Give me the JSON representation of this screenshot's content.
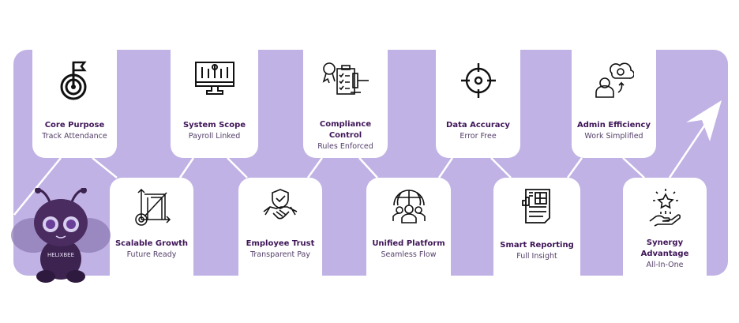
{
  "colors": {
    "band": "#c0b2e5",
    "title": "#3e1557",
    "subtitle": "#55406a",
    "mascot": "#3d2350"
  },
  "mascot": {
    "label": "HELIXBEE",
    "icon": "bee-mascot"
  },
  "top_cards": [
    {
      "title": "Core Purpose",
      "subtitle": "Track Attendance",
      "icon": "target-flag-icon"
    },
    {
      "title": "System Scope",
      "subtitle": "Payroll Linked",
      "icon": "monitor-circuit-icon"
    },
    {
      "title": "Compliance Control",
      "subtitle": "Rules Enforced",
      "icon": "gavel-checklist-icon"
    },
    {
      "title": "Data Accuracy",
      "subtitle": "Error Free",
      "icon": "crosshair-icon"
    },
    {
      "title": "Admin Efficiency",
      "subtitle": "Work Simplified",
      "icon": "user-cloud-gear-icon"
    }
  ],
  "bottom_cards": [
    {
      "title": "Scalable Growth",
      "subtitle": "Future Ready",
      "icon": "growth-gear-icon"
    },
    {
      "title": "Employee Trust",
      "subtitle": "Transparent Pay",
      "icon": "shield-handshake-icon"
    },
    {
      "title": "Unified Platform",
      "subtitle": "Seamless Flow",
      "icon": "globe-people-icon"
    },
    {
      "title": "Smart Reporting",
      "subtitle": "Full Insight",
      "icon": "report-icon"
    },
    {
      "title": "Synergy Advantage",
      "subtitle": "All-In-One",
      "icon": "hand-star-icon"
    }
  ]
}
